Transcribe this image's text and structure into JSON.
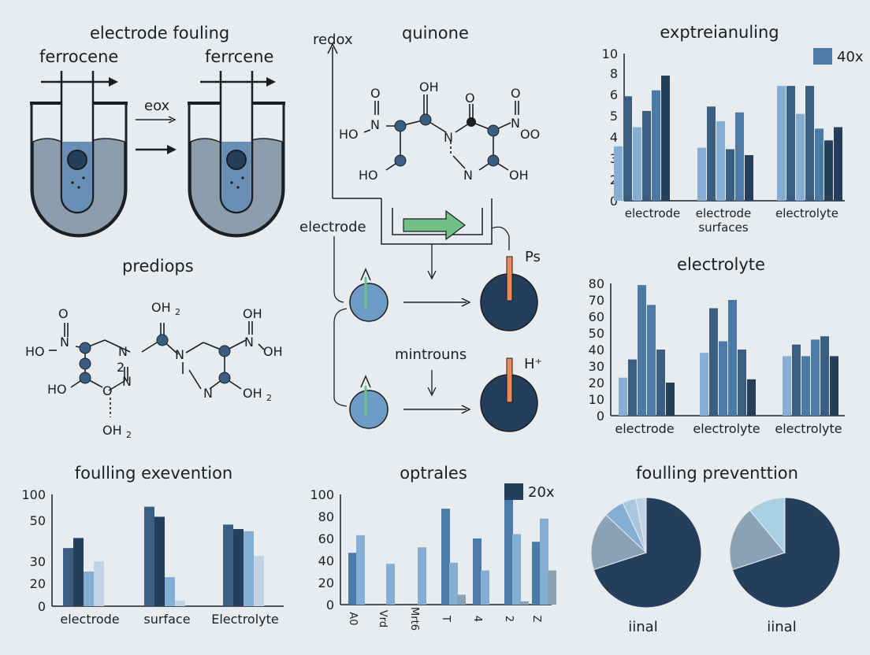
{
  "panels": {
    "fouling_cell": {
      "title": "electrode fouling",
      "left_label": "ferrocene",
      "right_label": "ferrcene",
      "arrow_label": "eox"
    },
    "molecule_left": {
      "title": "prediops"
    },
    "mechanism": {
      "redox_label": "redox",
      "quinone_label": "quinone",
      "electrode_label": "electrode",
      "mintrouns_label": "mintrouns",
      "ps_label": "Ps",
      "h_label": "H⁺"
    }
  },
  "chart_data": [
    {
      "id": "chart1",
      "type": "bar",
      "title": "exptreianuling",
      "categories": [
        "electrode",
        "electrode surfaces",
        "electrolyte"
      ],
      "ylim": [
        0,
        10
      ],
      "yticks": [
        "0",
        "2",
        "3",
        "4",
        "5",
        "6",
        "8",
        "10"
      ],
      "legend": "40x",
      "groups": [
        [
          3.7,
          7.1,
          5.0,
          6.1,
          7.5,
          8.5
        ],
        [
          3.6,
          6.4,
          5.4,
          3.5,
          6.0,
          3.1
        ],
        [
          7.8,
          7.8,
          5.9,
          7.8,
          4.9,
          4.1,
          5.0
        ]
      ]
    },
    {
      "id": "chart2",
      "type": "bar",
      "title": "electrolyte",
      "categories": [
        "electrode",
        "electrolyte",
        "electrolyte"
      ],
      "ylim": [
        0,
        80
      ],
      "yticks": [
        "0",
        "10",
        "20",
        "30",
        "40",
        "50",
        "60",
        "70",
        "80"
      ],
      "groups": [
        [
          23,
          34,
          79,
          67,
          40,
          20
        ],
        [
          38,
          65,
          45,
          70,
          40,
          22
        ],
        [
          36,
          43,
          36,
          46,
          48,
          36
        ]
      ]
    },
    {
      "id": "chart3",
      "type": "bar",
      "title": "foulling exevention",
      "categories": [
        "electrode",
        "surface",
        "Electrolyte"
      ],
      "yticks": [
        "0",
        "20",
        "30",
        "50",
        "100"
      ],
      "ylim": [
        0,
        100
      ],
      "groups": [
        [
          52,
          61,
          31,
          40
        ],
        [
          89,
          80,
          26,
          5
        ],
        [
          73,
          69,
          67,
          45
        ]
      ]
    },
    {
      "id": "chart4",
      "type": "bar",
      "title": "optrales",
      "legend": "20x",
      "categories": [
        "A0",
        "Vrd",
        "Mrt6",
        "T",
        "4",
        "2",
        "Z"
      ],
      "yticks": [
        "0",
        "20",
        "40",
        "60",
        "80",
        "100"
      ],
      "ylim": [
        0,
        100
      ],
      "groups": [
        [
          47,
          63
        ],
        [
          0,
          37
        ],
        [
          0,
          52
        ],
        [
          87,
          38,
          9
        ],
        [
          60,
          31
        ],
        [
          97,
          64,
          3
        ],
        [
          57,
          78,
          31
        ]
      ]
    },
    {
      "id": "chart5",
      "type": "pie",
      "title": "foulling preventtion",
      "pies": [
        {
          "label": "iinal",
          "values": [
            0.7,
            0.17,
            0.06,
            0.04,
            0.03
          ]
        },
        {
          "label": "iinal",
          "values": [
            0.7,
            0.19,
            0.11
          ]
        }
      ]
    }
  ],
  "colors": {
    "dark": "#243f5c",
    "mid": "#3a5d80",
    "steel": "#4a7aa5",
    "light": "#84aed4",
    "pale": "#c0d4e5",
    "grey": "#8ba1b4",
    "accent_green": "#71c187",
    "accent_orange": "#e88a5a"
  }
}
